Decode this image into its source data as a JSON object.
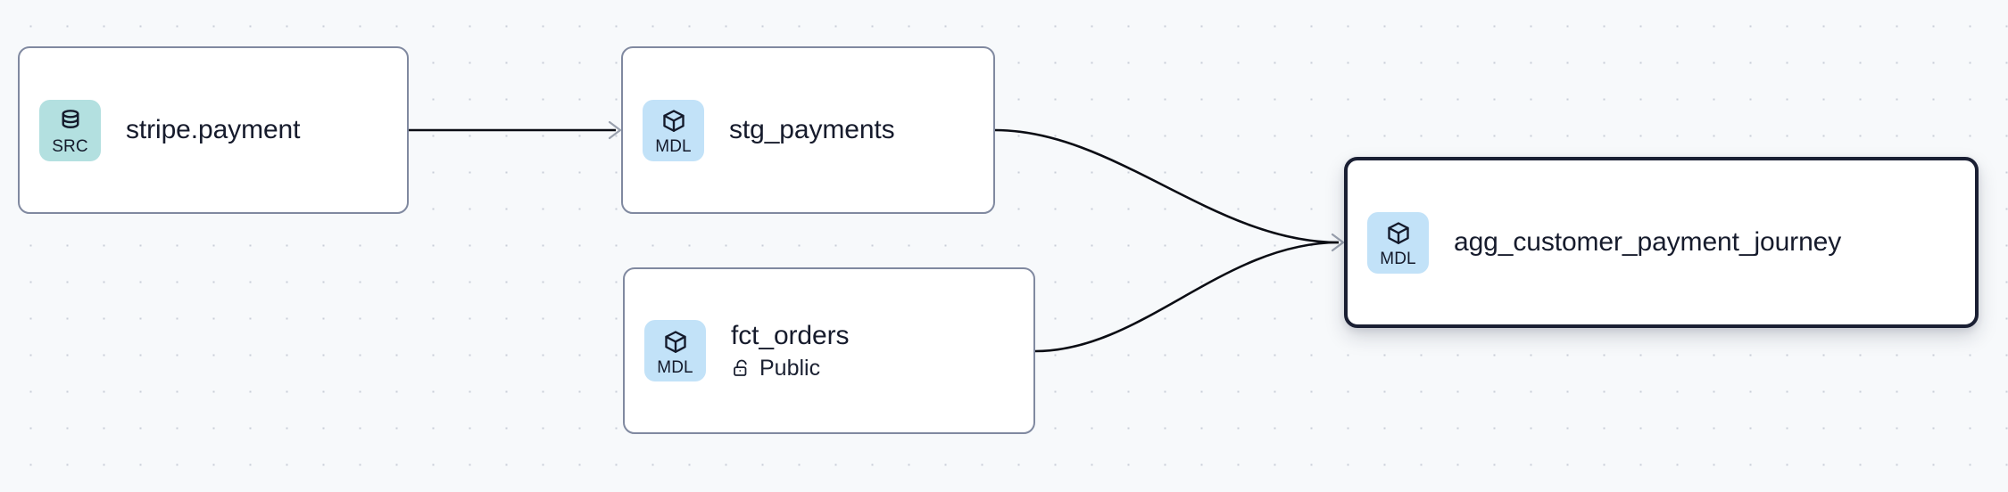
{
  "graph": {
    "background": "#f7f9fb",
    "dot_color": "#c9ced8",
    "edge_color": "#0b0d14",
    "selected_border_color": "#1a1f33",
    "node_border_color": "#8089a0",
    "node_fill": "#ffffff",
    "badge_src_color": "#b3e0e0",
    "badge_mdl_color": "#c2e2f8"
  },
  "nodes": [
    {
      "id": "stripe-payment",
      "title": "stripe.payment",
      "badge_label": "SRC",
      "badge_kind": "src",
      "badge_icon": "database-icon",
      "subtitle": null,
      "subtitle_icon": null,
      "selected": false
    },
    {
      "id": "stg-payments",
      "title": "stg_payments",
      "badge_label": "MDL",
      "badge_kind": "mdl",
      "badge_icon": "cube-icon",
      "subtitle": null,
      "subtitle_icon": null,
      "selected": false
    },
    {
      "id": "fct-orders",
      "title": "fct_orders",
      "badge_label": "MDL",
      "badge_kind": "mdl",
      "badge_icon": "cube-icon",
      "subtitle": "Public",
      "subtitle_icon": "unlock-icon",
      "selected": false
    },
    {
      "id": "agg-customer-payment-journey",
      "title": "agg_customer_payment_journey",
      "badge_label": "MDL",
      "badge_kind": "mdl",
      "badge_icon": "cube-icon",
      "subtitle": null,
      "subtitle_icon": null,
      "selected": true
    }
  ],
  "edges": [
    {
      "id": "edge-stripe-to-stg",
      "from": "stripe-payment",
      "to": "stg-payments"
    },
    {
      "id": "edge-stg-to-agg",
      "from": "stg-payments",
      "to": "agg-customer-payment-journey"
    },
    {
      "id": "edge-fct-to-agg",
      "from": "fct-orders",
      "to": "agg-customer-payment-journey"
    }
  ]
}
